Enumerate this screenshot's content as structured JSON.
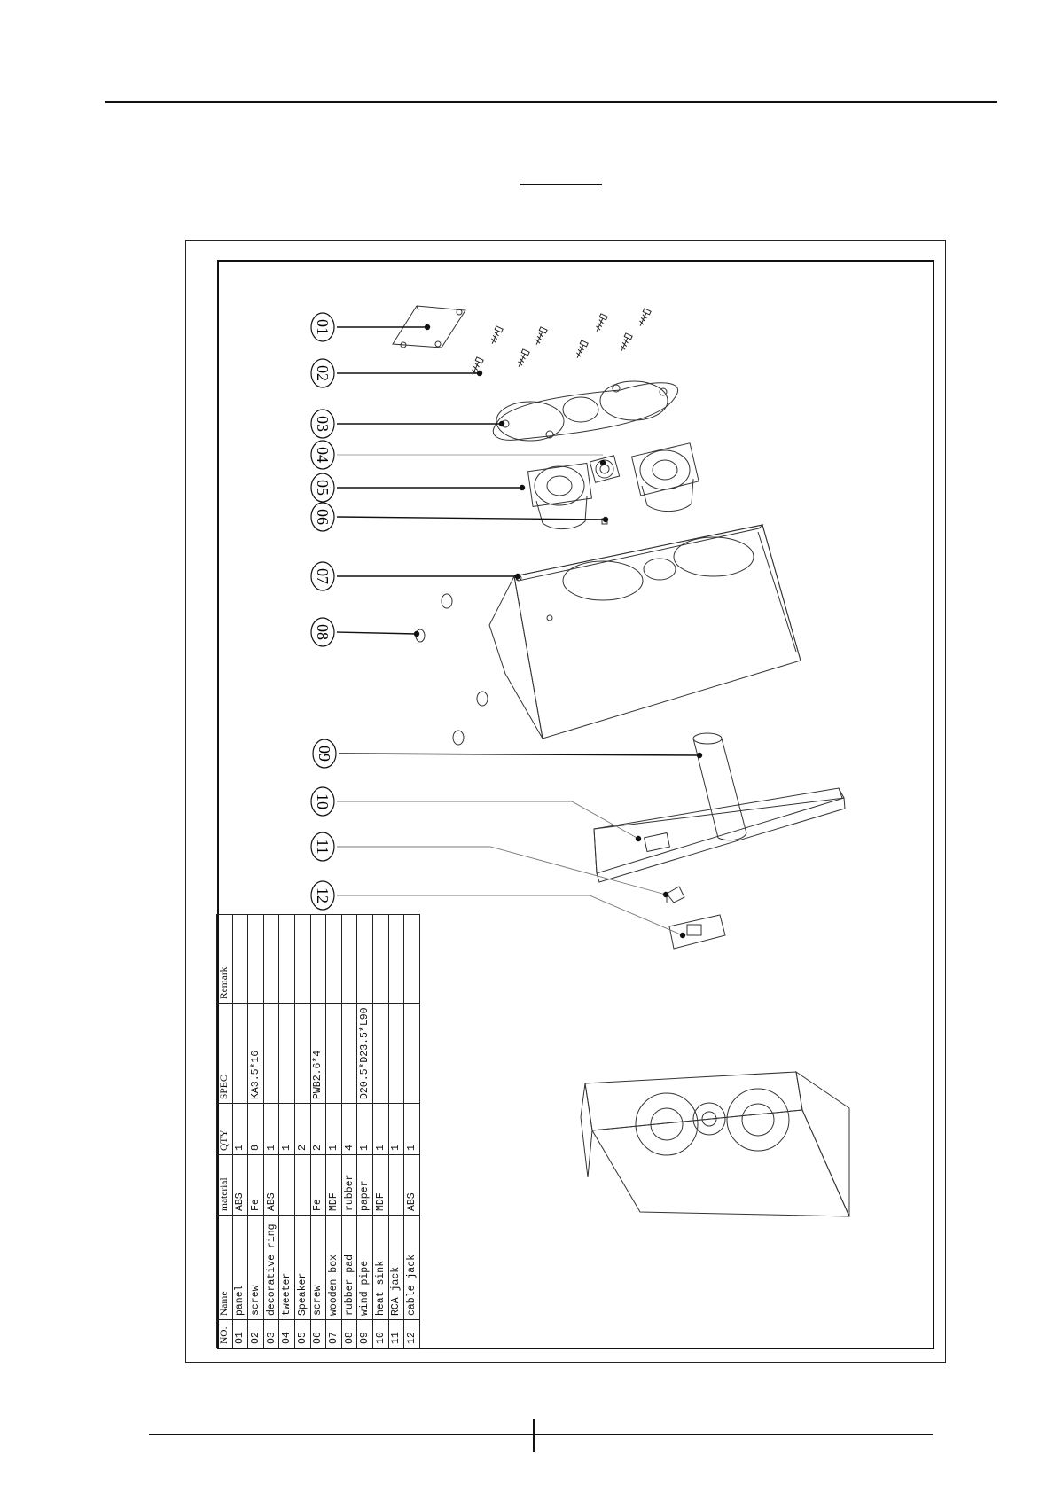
{
  "drawing": {
    "callouts": [
      "01",
      "02",
      "03",
      "04",
      "05",
      "06",
      "07",
      "08",
      "09",
      "10",
      "11",
      "12"
    ]
  },
  "bom": {
    "headers": [
      "NO.",
      "Name",
      "material",
      "QTY",
      "SPEC",
      "Remark"
    ],
    "rows": [
      {
        "no": "01",
        "name": "panel",
        "material": "ABS",
        "qty": "1",
        "spec": "",
        "remark": ""
      },
      {
        "no": "02",
        "name": "screw",
        "material": "Fe",
        "qty": "8",
        "spec": "KA3.5*16",
        "remark": ""
      },
      {
        "no": "03",
        "name": "decorative ring",
        "material": "ABS",
        "qty": "1",
        "spec": "",
        "remark": ""
      },
      {
        "no": "04",
        "name": "tweeter",
        "material": "",
        "qty": "1",
        "spec": "",
        "remark": ""
      },
      {
        "no": "05",
        "name": "Speaker",
        "material": "",
        "qty": "2",
        "spec": "",
        "remark": ""
      },
      {
        "no": "06",
        "name": "screw",
        "material": "Fe",
        "qty": "2",
        "spec": "PWB2.6*4",
        "remark": ""
      },
      {
        "no": "07",
        "name": "wooden box",
        "material": "MDF",
        "qty": "1",
        "spec": "",
        "remark": ""
      },
      {
        "no": "08",
        "name": "rubber pad",
        "material": "rubber",
        "qty": "4",
        "spec": "",
        "remark": ""
      },
      {
        "no": "09",
        "name": "wind pipe",
        "material": "paper",
        "qty": "1",
        "spec": "D20.5*D23.5*L90",
        "remark": ""
      },
      {
        "no": "10",
        "name": "heat sink",
        "material": "MDF",
        "qty": "1",
        "spec": "",
        "remark": ""
      },
      {
        "no": "11",
        "name": "RCA jack",
        "material": "",
        "qty": "1",
        "spec": "",
        "remark": ""
      },
      {
        "no": "12",
        "name": "cable jack",
        "material": "ABS",
        "qty": "1",
        "spec": "",
        "remark": ""
      }
    ]
  }
}
